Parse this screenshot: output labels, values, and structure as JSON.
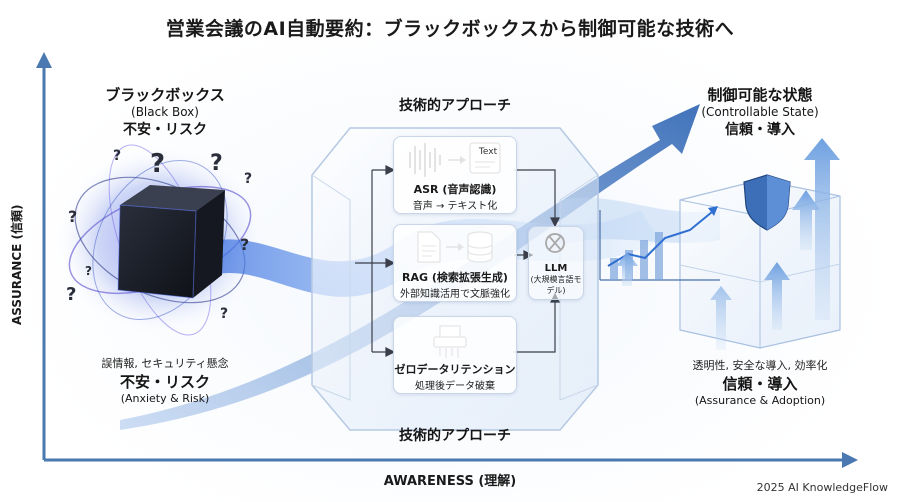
{
  "title": "営業会議のAI自動要約：ブラックボックスから制御可能な技術へ",
  "axes": {
    "y_label": "ASSURANCE (信頼)",
    "x_label": "AWARENESS (理解)"
  },
  "left": {
    "top_ja": "ブラックボックス",
    "top_en": "(Black Box)",
    "top_sub": "不安・リスク",
    "bottom_desc": "誤情報, セキュリティ懸念",
    "bottom_ja": "不安・リスク",
    "bottom_en": "(Anxiety & Risk)"
  },
  "center": {
    "top_label": "技術的アプローチ",
    "bottom_label": "技術的アプローチ",
    "cards": [
      {
        "title": "ASR (音声認識)",
        "desc": "音声 → テキスト化",
        "icon_text": "Text"
      },
      {
        "title": "RAG (検索拡張生成)",
        "desc": "外部知識活用で文脈強化"
      },
      {
        "title": "ゼロデータリテンション",
        "desc": "処理後データ破棄"
      }
    ],
    "llm": {
      "title": "LLM",
      "desc": "(大規模言語モデル)"
    }
  },
  "right": {
    "top_ja": "制御可能な状態",
    "top_en": "(Controllable State)",
    "top_sub": "信頼・導入",
    "bottom_desc": "透明性, 安全な導入, 効率化",
    "bottom_ja": "信頼・導入",
    "bottom_en": "(Assurance & Adoption)"
  },
  "footer": "2025 AI KnowledgeFlow",
  "colors": {
    "axis": "#4a78b0",
    "accent": "#2f6fd1",
    "cube_dark": "#1b1f2a"
  }
}
